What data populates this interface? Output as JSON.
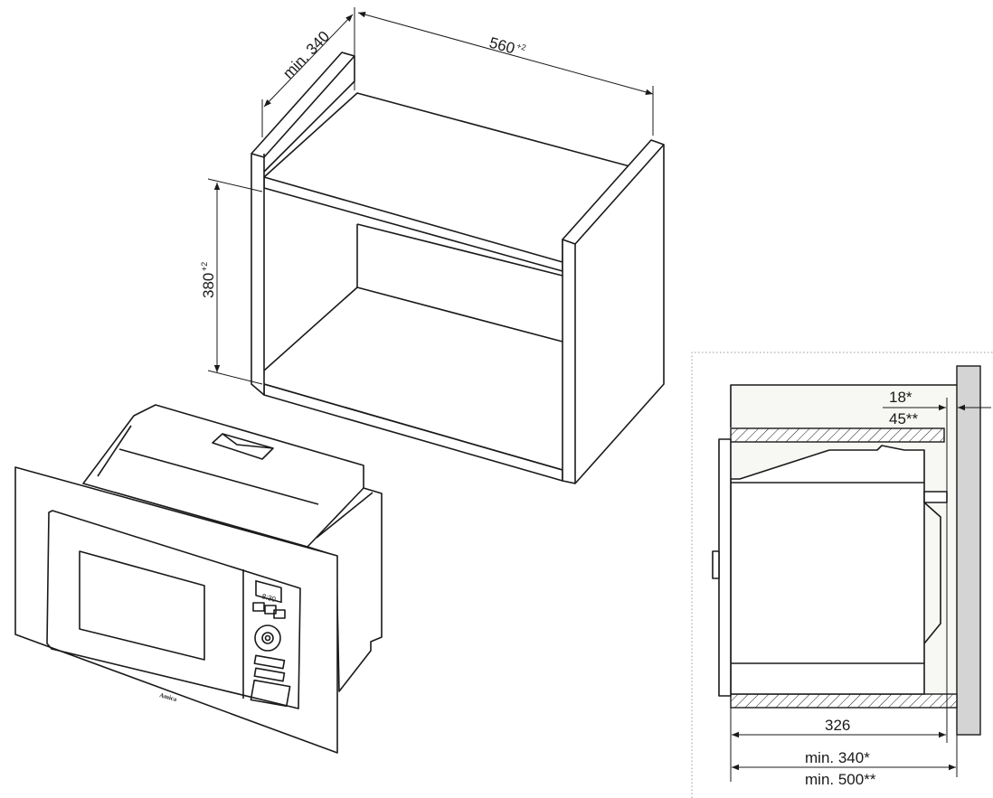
{
  "cabinet_dimensions": {
    "depth": "min. 340",
    "width": "560",
    "width_tolerance": "+2",
    "height": "380",
    "height_tolerance": "+2"
  },
  "microwave": {
    "display": "8:30",
    "brand_logo": "Amica"
  },
  "side_view": {
    "gap_top_a": "18*",
    "gap_top_b": "45**",
    "unit_depth": "326",
    "min_depth_a": "min. 340*",
    "min_depth_b": "min. 500**"
  },
  "colors": {
    "line": "#1a1a1a",
    "wall": "#d4d4d4",
    "cabinet_fill": "#f7f7f4"
  }
}
